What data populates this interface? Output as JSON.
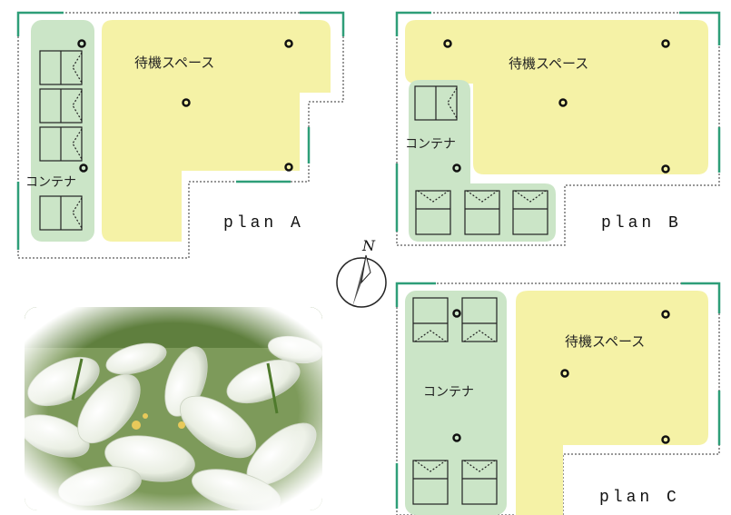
{
  "plans": [
    {
      "id": "A",
      "space_label": "待機スペース",
      "container_label": "コンテナ",
      "plan_label": "plan A"
    },
    {
      "id": "B",
      "space_label": "待機スペース",
      "container_label": "コンテナ",
      "plan_label": "plan B"
    },
    {
      "id": "C",
      "space_label": "待機スペース",
      "container_label": "コンテナ",
      "plan_label": "plan C"
    }
  ],
  "compass": {
    "label": "N"
  },
  "photo": {
    "subject": "white lily flowers"
  },
  "colors": {
    "space_fill": "#f5f2a6",
    "container_fill": "#cbe5c7",
    "boundary_green": "#2e9e78",
    "boundary_dotted": "#777777"
  }
}
